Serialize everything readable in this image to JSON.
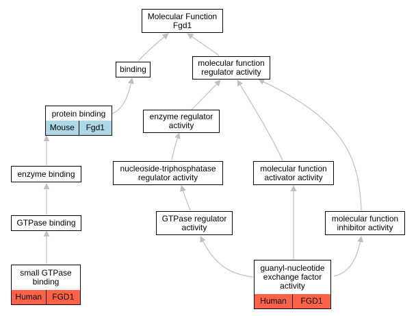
{
  "colors": {
    "mouse": "#add8e6",
    "human": "#ff6347",
    "edge": "#bfbfbf"
  },
  "nodes": {
    "root": "Molecular Function\nFgd1",
    "binding": "binding",
    "mf_regulator": "molecular function\nregulator activity",
    "protein_binding": {
      "label": "protein binding",
      "species": "Mouse",
      "gene": "Fgd1"
    },
    "enzyme_regulator": "enzyme regulator\nactivity",
    "enzyme_binding": "enzyme binding",
    "ntpase_regulator": "nucleoside-triphosphatase\nregulator activity",
    "mf_activator": "molecular function\nactivator activity",
    "gtpase_binding": "GTPase binding",
    "gtpase_regulator": "GTPase regulator\nactivity",
    "mf_inhibitor": "molecular function\ninhibitor activity",
    "small_gtpase_binding": {
      "label": "small GTPase\nbinding",
      "species": "Human",
      "gene": "FGD1"
    },
    "gef_activity": {
      "label": "guanyl-nucleotide\nexchange factor\nactivity",
      "species": "Human",
      "gene": "FGD1"
    }
  }
}
